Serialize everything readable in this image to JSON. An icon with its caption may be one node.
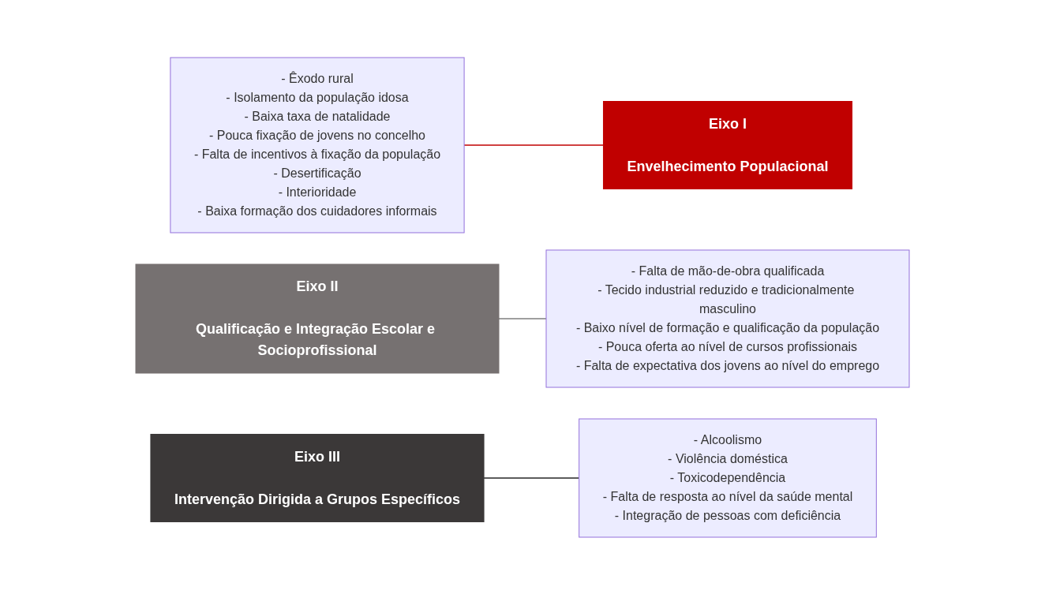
{
  "diagram": {
    "nodes": [
      {
        "text": [
          "- Êxodo rural",
          "- Isolamento da população idosa",
          "- Baixa taxa de natalidade",
          "- Pouca fixação de jovens no concelho",
          "- Falta de incentivos à fixação da população",
          "- Desertificação",
          "- Interioridade",
          "- Baixa formação dos cuidadores informais"
        ]
      },
      {
        "text": [
          "Eixo I",
          "Envelhecimento Populacional"
        ]
      },
      {
        "text": [
          "Eixo II",
          "Qualificação e Integração Escolar e Socioprofissional"
        ]
      },
      {
        "text": [
          "- Falta de mão-de-obra qualificada",
          "- Tecido industrial reduzido e tradicionalmente masculino",
          "- Baixo nível de formação e qualificação da população",
          "- Pouca oferta ao nível de cursos profissionais",
          "- Falta de expectativa dos jovens ao nível do emprego"
        ]
      },
      {
        "text": [
          "Eixo III",
          "Intervenção Dirigida a Grupos Específicos"
        ]
      },
      {
        "text": [
          "- Alcoolismo",
          "- Violência doméstica",
          "- Toxicodependência",
          "- Falta de resposta ao nível da saúde mental",
          "- Integração de pessoas com deficiência"
        ]
      }
    ],
    "edges": [
      {
        "from": 0,
        "to": 1,
        "arrow": "none",
        "color": "#c00000"
      },
      {
        "from": 2,
        "to": 3,
        "arrow": "none",
        "color": "#7f7f7f"
      },
      {
        "from": 4,
        "to": 5,
        "arrow": "none",
        "color": "#262626"
      }
    ]
  }
}
